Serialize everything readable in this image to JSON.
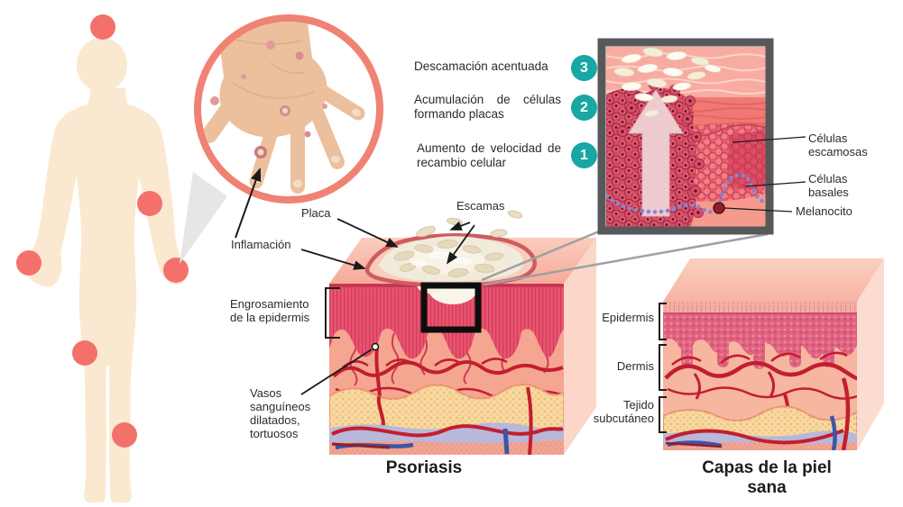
{
  "process_steps": [
    {
      "number": "3",
      "label": "Descamación acentuada"
    },
    {
      "number": "2",
      "label": "Acumulación de células formando placas"
    },
    {
      "number": "1",
      "label": "Aumento de velocidad de recambio celular"
    }
  ],
  "microscopic_inset_labels": {
    "squamous": "Células escamosas",
    "basal": "Células basales",
    "melanocyte": "Melanocito"
  },
  "psoriasis_block_labels": {
    "plaque": "Placa",
    "scales": "Escamas",
    "inflammation": "Inflamación",
    "thickening": "Engrosamiento de la epidermis",
    "vessels": "Vasos sanguíneos dilatados, tortuosos",
    "title": "Psoriasis"
  },
  "healthy_block_labels": {
    "epidermis": "Epidermis",
    "dermis": "Dermis",
    "subcutaneous": "Tejido subcutáneo",
    "title": "Capas de la piel sana"
  },
  "colors": {
    "step_badge_teal": "#18a7a2",
    "body_dot_red": "#f4716b",
    "hand_circle_border": "#f08273",
    "inset_border_gray": "#57585a"
  }
}
